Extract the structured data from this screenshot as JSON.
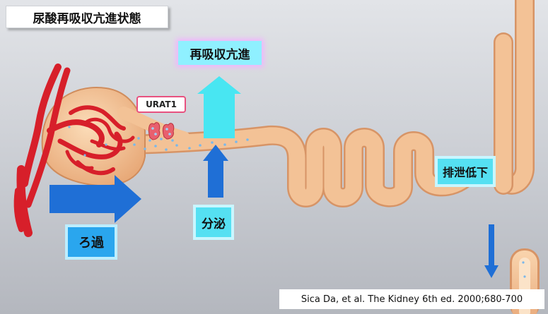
{
  "labels": {
    "title": "尿酸再吸収亢進状態",
    "reabsorption": "再吸収亢進",
    "transporter": "URAT1",
    "filtration": "ろ過",
    "secretion": "分泌",
    "excretion": "排泄低下",
    "citation": "Sica Da, et al. The Kidney 6th ed. 2000;680-700"
  },
  "colors": {
    "background": "#d4d7dc",
    "tubule": "#f3c296",
    "glomerulus": "#d71f2a",
    "arrow_blue": "#1f6fd6",
    "arrow_cyan": "#48e6f2",
    "label_cyan": "#55e0f2",
    "label_blue": "#2aa6ee",
    "label_glow": "#f0b4ff",
    "transporter_border": "#e8517f"
  }
}
